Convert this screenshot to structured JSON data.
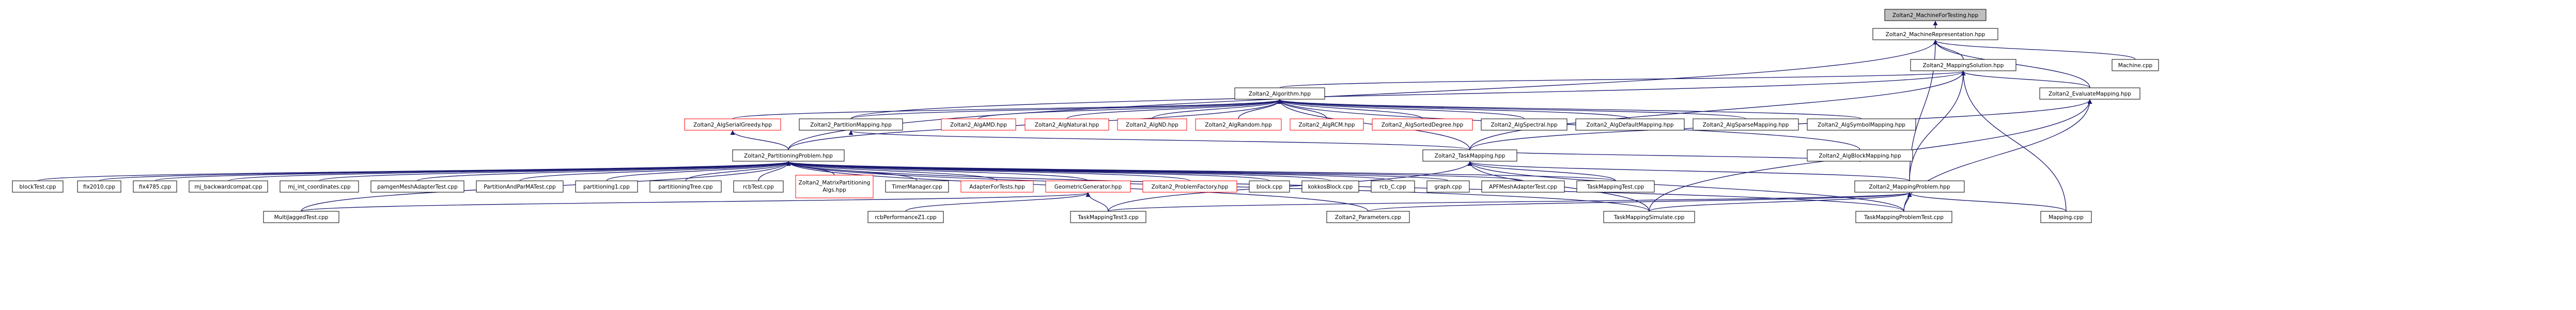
{
  "graph": {
    "root_label": "Zoltan2_MachineForTesting.hpp",
    "node_fill": "#ffffff",
    "root_fill": "#bfbfbf",
    "edge_color": "#191970",
    "broken_link_color": "#ff0000",
    "nodes": [
      {
        "id": "root",
        "label": "Zoltan2_MachineForTesting.hpp"
      },
      {
        "id": "machineRep",
        "label": "Zoltan2_MachineRepresentation.hpp"
      },
      {
        "id": "machineCpp",
        "label": "Machine.cpp"
      },
      {
        "id": "mappingSol",
        "label": "Zoltan2_MappingSolution.hpp"
      },
      {
        "id": "evalMap",
        "label": "Zoltan2_EvaluateMapping.hpp"
      },
      {
        "id": "algorithm",
        "label": "Zoltan2_Algorithm.hpp"
      },
      {
        "id": "algSerialGreedy",
        "label": "Zoltan2_AlgSerialGreedy.hpp"
      },
      {
        "id": "partMapping",
        "label": "Zoltan2_PartitionMapping.hpp"
      },
      {
        "id": "algAMD",
        "label": "Zoltan2_AlgAMD.hpp"
      },
      {
        "id": "algNatural",
        "label": "Zoltan2_AlgNatural.hpp"
      },
      {
        "id": "algND",
        "label": "Zoltan2_AlgND.hpp"
      },
      {
        "id": "algRandom",
        "label": "Zoltan2_AlgRandom.hpp"
      },
      {
        "id": "algRCM",
        "label": "Zoltan2_AlgRCM.hpp"
      },
      {
        "id": "algSortedDegree",
        "label": "Zoltan2_AlgSortedDegree.hpp"
      },
      {
        "id": "algSpectral",
        "label": "Zoltan2_AlgSpectral.hpp"
      },
      {
        "id": "algDefaultMapping",
        "label": "Zoltan2_AlgDefaultMapping.hpp"
      },
      {
        "id": "algSparseMapping",
        "label": "Zoltan2_AlgSparseMapping.hpp"
      },
      {
        "id": "algSymbolMapping",
        "label": "Zoltan2_AlgSymbolMapping.hpp"
      },
      {
        "id": "algBlockMapping",
        "label": "Zoltan2_AlgBlockMapping.hpp"
      },
      {
        "id": "partProblem",
        "label": "Zoltan2_PartitioningProblem.hpp"
      },
      {
        "id": "taskMapping",
        "label": "Zoltan2_TaskMapping.hpp"
      },
      {
        "id": "blockTest",
        "label": "blockTest.cpp"
      },
      {
        "id": "fix2010",
        "label": "fix2010.cpp"
      },
      {
        "id": "fix4785",
        "label": "fix4785.cpp"
      },
      {
        "id": "mjBackward",
        "label": "mj_backwardcompat.cpp"
      },
      {
        "id": "mjIntCoord",
        "label": "mj_int_coordinates.cpp"
      },
      {
        "id": "pamgenMesh",
        "label": "pamgenMeshAdapterTest.cpp"
      },
      {
        "id": "partAndPMR",
        "label": "PartitionAndParMATest.cpp"
      },
      {
        "id": "partitioning1",
        "label": "partitioning1.cpp"
      },
      {
        "id": "partTree",
        "label": "partitioningTree.cpp"
      },
      {
        "id": "rcbTest",
        "label": "rcbTest.cpp"
      },
      {
        "id": "matrixPart",
        "label": "Zoltan2_MatrixPartitioning Algs.hpp"
      },
      {
        "id": "timerManager",
        "label": "TimerManager.cpp"
      },
      {
        "id": "adapterTests",
        "label": "AdapterForTests.hpp"
      },
      {
        "id": "geoGen",
        "label": "GeometricGenerator.hpp"
      },
      {
        "id": "problemFactory",
        "label": "Zoltan2_ProblemFactory.hpp"
      },
      {
        "id": "blockCpp",
        "label": "block.cpp"
      },
      {
        "id": "kokkosBlock",
        "label": "kokkosBlock.cpp"
      },
      {
        "id": "rcbC",
        "label": "rcb_C.cpp"
      },
      {
        "id": "graphCpp",
        "label": "graph.cpp"
      },
      {
        "id": "apfMesh",
        "label": "APFMeshAdapterTest.cpp"
      },
      {
        "id": "taskMapTest",
        "label": "TaskMappingTest.cpp"
      },
      {
        "id": "mappingProblem",
        "label": "Zoltan2_MappingProblem.hpp"
      },
      {
        "id": "multiJagged",
        "label": "MultiJaggedTest.cpp"
      },
      {
        "id": "rcbPerf",
        "label": "rcbPerformanceZ1.cpp"
      },
      {
        "id": "taskMapTest3",
        "label": "TaskMappingTest3.cpp"
      },
      {
        "id": "z2Params",
        "label": "Zoltan2_Parameters.cpp"
      },
      {
        "id": "taskMapSim",
        "label": "TaskMappingSimulate.cpp"
      },
      {
        "id": "taskMapProbTest",
        "label": "TaskMappingProblemTest.cpp"
      },
      {
        "id": "mappingCpp",
        "label": "Mapping.cpp"
      }
    ]
  }
}
